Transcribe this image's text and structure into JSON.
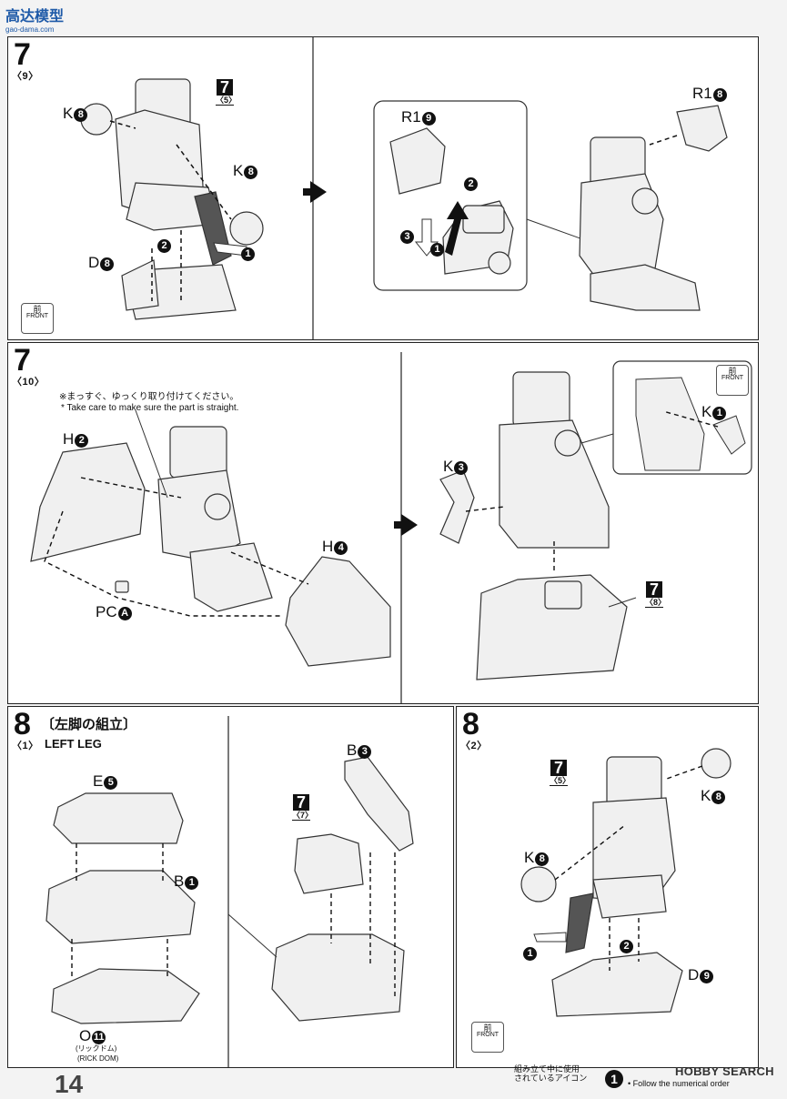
{
  "watermark": {
    "logo_text": "高达模型",
    "url_text": "gao-dama.com"
  },
  "step7a": {
    "step": "7",
    "sub": "〈9〉",
    "labels": {
      "k8a": "K",
      "k8b": "K",
      "d8": "D",
      "r19a": "R1",
      "r18": "R1"
    },
    "badges": {
      "k8a": "8",
      "k8b": "8",
      "d8": "8",
      "r19a": "9",
      "r18": "8",
      "s1": "1",
      "s2": "2",
      "s3": "3",
      "s1b": "1",
      "s2b": "2"
    },
    "ref": {
      "n": "7",
      "s": "〈5〉"
    },
    "front": {
      "kanji": "前",
      "text": "FRONT"
    }
  },
  "step7b": {
    "step": "7",
    "sub": "〈10〉",
    "note_ja": "※まっすぐ、ゆっくり取り付けてください。",
    "note_en": "* Take care to make sure the part is straight.",
    "labels": {
      "h2": "H",
      "h4": "H",
      "pca": "PC",
      "k3": "K",
      "k1": "K"
    },
    "badges": {
      "h2": "2",
      "h4": "4",
      "pca": "A",
      "k3": "3",
      "k1": "1"
    },
    "ref": {
      "n": "7",
      "s": "〈8〉"
    },
    "front": {
      "kanji": "前",
      "text": "FRONT"
    }
  },
  "step8a": {
    "step": "8",
    "sub": "〈1〉",
    "title_ja": "〔左脚の組立〕",
    "title_en": "LEFT LEG",
    "labels": {
      "e5": "E",
      "b1": "B",
      "o11": "O",
      "b3": "B"
    },
    "badges": {
      "e5": "5",
      "b1": "1",
      "o11": "11",
      "b3": "3"
    },
    "o11_sub_ja": "(リックドム)",
    "o11_sub_en": "(RICK DOM)",
    "ref": {
      "n": "7",
      "s": "〈7〉"
    }
  },
  "step8b": {
    "step": "8",
    "sub": "〈2〉",
    "labels": {
      "k8a": "K",
      "k8b": "K",
      "d9": "D"
    },
    "badges": {
      "k8a": "8",
      "k8b": "8",
      "d9": "9",
      "s1": "1",
      "s2": "2"
    },
    "ref": {
      "n": "7",
      "s": "〈5〉"
    },
    "front": {
      "kanji": "前",
      "text": "FRONT"
    }
  },
  "footer": {
    "page_number": "14",
    "legend_ja_1": "組み立て中に使用",
    "legend_ja_2": "されているアイコン",
    "legend_en": "• Follow the numerical order",
    "legend_badge": "1",
    "hobbysearch": "HOBBY SEARCH"
  }
}
